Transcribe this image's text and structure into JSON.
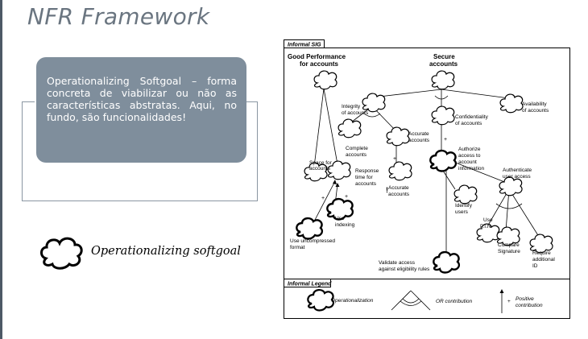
{
  "slide": {
    "title": "NFR Framework",
    "callout_text": "Operationalizing Softgoal – forma concreta de viabilizar ou não as características abstratas. Aqui, no fundo, são funcionalidades!",
    "legend_item_label": "Operationalizing softgoal"
  },
  "diagram": {
    "tab_label": "Informal SIG",
    "legend_tab_label": "Informal Legend",
    "root_left_line1": "Good Performance",
    "root_left_line2": "for accounts",
    "root_right_line1": "Secure",
    "root_right_line2": "accounts",
    "integrity_line1": "Integrity",
    "integrity_line2": "of accounts",
    "confidentiality_line1": "Confidentiality",
    "confidentiality_line2": "of accounts",
    "availability_line1": "Availability",
    "availability_line2": "of accounts",
    "complete_line1": "Complete",
    "complete_line2": "accounts",
    "accurate1_line1": "Accurate",
    "accurate1_line2": "accounts",
    "accurate2_line1": "Accurate",
    "accurate2_line2": "accounts",
    "space_line1": "Space for",
    "space_line2": "accounts",
    "response_line1": "Response",
    "response_line2": "time for",
    "response_line3": "accounts",
    "authorize_line1": "Authorize",
    "authorize_line2": "access to",
    "authorize_line3": "account",
    "authorize_line4": "information",
    "authenticate_line1": "Authenticate",
    "authenticate_line2": "user access",
    "identify_line1": "Identify",
    "identify_line2": "users",
    "use_pin_line1": "Use",
    "use_pin_line2": "P.I.N.",
    "compare_line1": "Compare",
    "compare_line2": "Signature",
    "require_line1": "Require",
    "require_line2": "additional",
    "require_line3": "ID",
    "indexing_line1": "Use",
    "indexing_line2": "indexing",
    "uncompressed_line1": "Use uncompressed",
    "uncompressed_line2": "format",
    "validate_line1": "Validate access",
    "validate_line2": "against eligibility rules",
    "plus": "+",
    "exclaim": "!",
    "legend_operationalization": "Operationalization",
    "legend_or_contribution": "OR contribution",
    "legend_positive_line1": "Positive",
    "legend_positive_line2": "contribution"
  }
}
